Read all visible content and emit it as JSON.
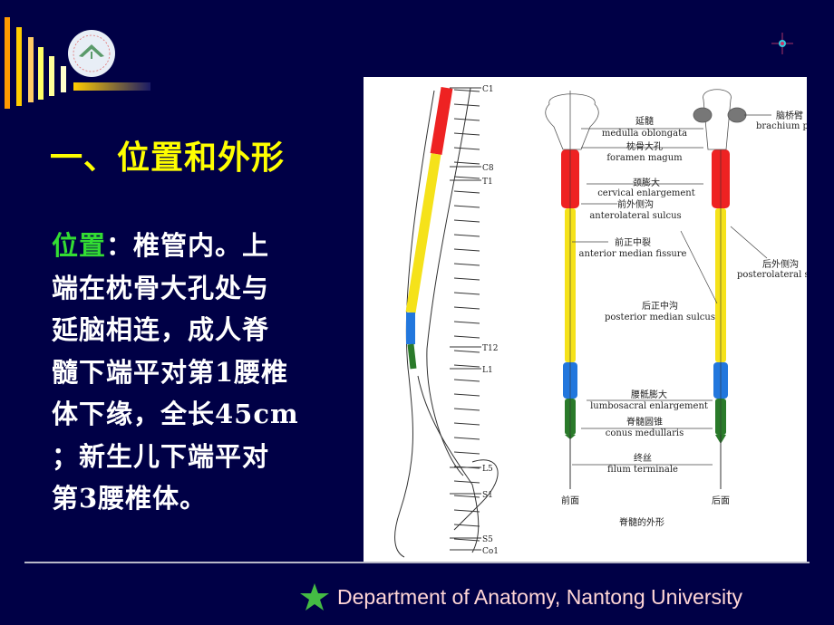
{
  "slide": {
    "title": "一、位置和外形",
    "body": {
      "highlight": "位置",
      "lines": [
        "：椎管内。上",
        "端在枕骨大孔处与",
        "延脑相连，成人脊",
        "髓下端平对第1腰椎",
        "体下缘，全长45cm",
        "；新生儿下端平对",
        "第3腰椎体。"
      ]
    }
  },
  "logo": {
    "icon": "nantong-university-seal"
  },
  "compass": {
    "icon": "compass-icon"
  },
  "figure": {
    "caption": "脊髓的外形",
    "vertebra_labels": [
      "C1",
      "C8",
      "T1",
      "T12",
      "L1",
      "L5",
      "S1",
      "S5",
      "Co1"
    ],
    "view_labels": {
      "front": "前面",
      "back": "后面"
    },
    "annotations": {
      "medulla_cn": "延髓",
      "medulla_en": "medulla oblongata",
      "foramen_cn": "枕骨大孔",
      "foramen_en": "foramen magum",
      "cervical_cn": "颈膨大",
      "cervical_en": "cervical enlargement",
      "antlat_cn": "前外侧沟",
      "antlat_en": "anterolateral sulcus",
      "antmed_cn": "前正中裂",
      "antmed_en": "anterior median fissure",
      "postmed_cn": "后正中沟",
      "postmed_en": "posterior median sulcus",
      "brachium_cn": "脑桥臂",
      "brachium_en": "brachium p",
      "postlat_cn": "后外侧沟",
      "postlat_en": "posterolateral s",
      "lumbo_cn": "腰骶膨大",
      "lumbo_en": "lumbosacral enlargement",
      "conus_cn": "脊髓圆锥",
      "conus_en": "conus medullaris",
      "filum_cn": "终丝",
      "filum_en": "filum terminale"
    },
    "colors": {
      "cervical": "#ee2222",
      "thoracic": "#f5e21a",
      "lumbar": "#2277dd",
      "sacral": "#2a7a2a"
    }
  },
  "footer": {
    "text": "Department of Anatomy, Nantong University",
    "star_color": "#44bb44"
  }
}
